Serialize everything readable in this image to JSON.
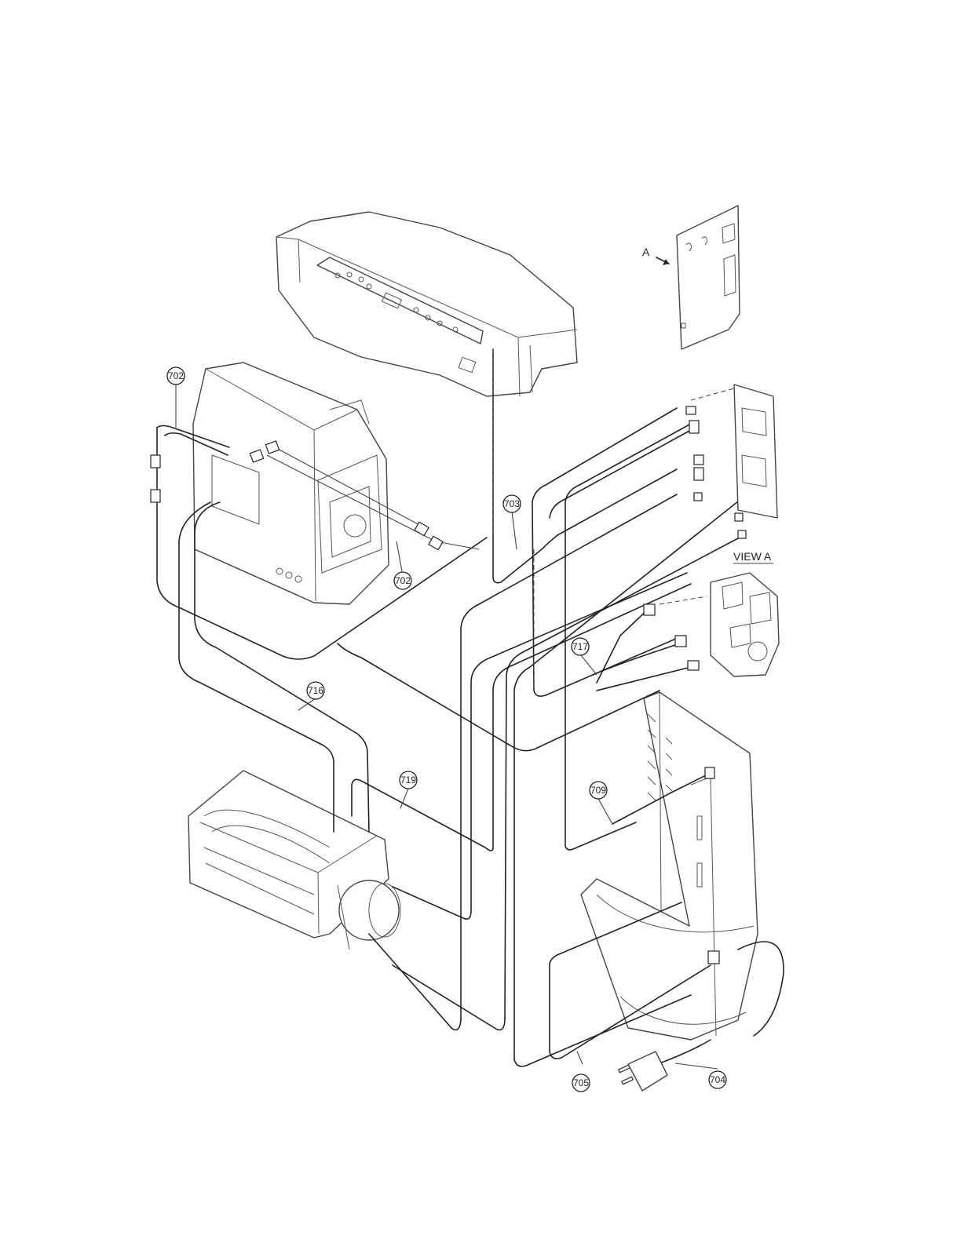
{
  "callouts": [
    {
      "id": "c-702a",
      "label": "702"
    },
    {
      "id": "c-702b",
      "label": "702"
    },
    {
      "id": "c-703",
      "label": "703"
    },
    {
      "id": "c-716",
      "label": "716"
    },
    {
      "id": "c-717",
      "label": "717"
    },
    {
      "id": "c-719",
      "label": "719"
    },
    {
      "id": "c-709",
      "label": "709"
    },
    {
      "id": "c-705",
      "label": "705"
    },
    {
      "id": "c-704",
      "label": "704"
    }
  ],
  "labels": {
    "view_letter": "A",
    "view_a": "VIEW A"
  },
  "colors": {
    "line": "#222222",
    "part_outline": "#444444",
    "background": "#ffffff"
  }
}
